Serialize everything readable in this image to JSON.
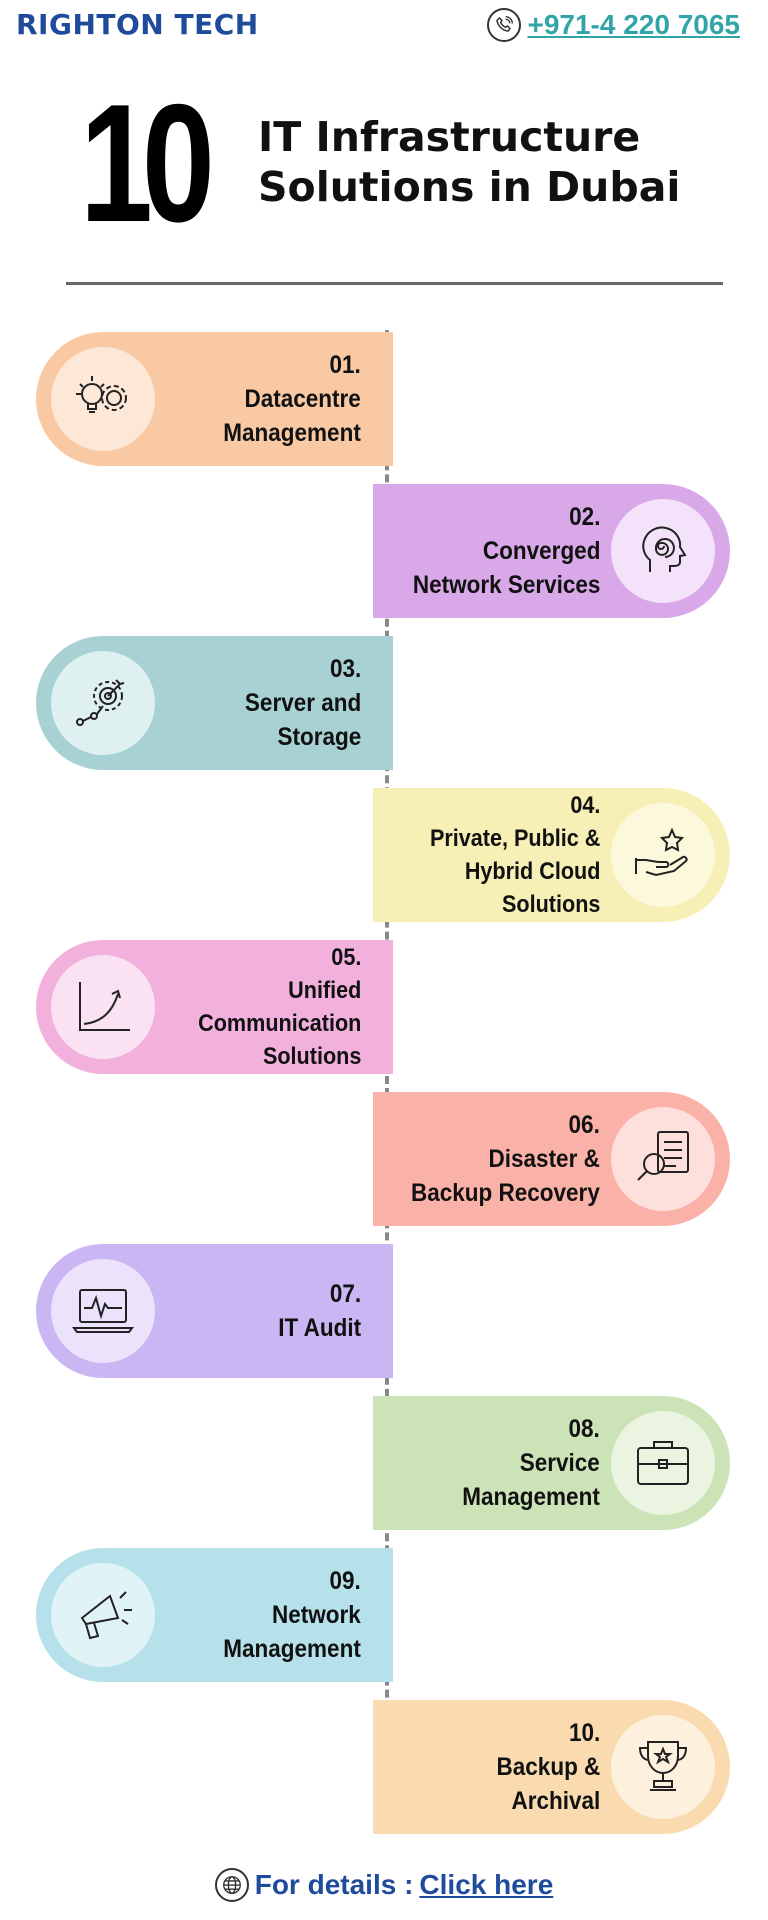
{
  "header": {
    "brand": "RIGHTON TECH",
    "phone": "+971-4 220 7065",
    "phone_icon": "phone-icon"
  },
  "hero": {
    "number": "10",
    "title_line1": "IT Infrastructure",
    "title_line2": "Solutions in Dubai"
  },
  "items": [
    {
      "num": "01.",
      "lines": [
        "Datacentre",
        "Management"
      ],
      "icon": "idea-gears-icon",
      "color": "#f9c9a3",
      "circle": "#fde8d8"
    },
    {
      "num": "02.",
      "lines": [
        "Converged",
        "Network Services"
      ],
      "icon": "head-spiral-icon",
      "color": "#d8a8e8",
      "circle": "#f3e2fa"
    },
    {
      "num": "03.",
      "lines": [
        "Server and",
        "Storage"
      ],
      "icon": "target-icon",
      "color": "#a8d1d4",
      "circle": "#dff0f1"
    },
    {
      "num": "04.",
      "lines": [
        "Private, Public &",
        "Hybrid Cloud",
        "Solutions"
      ],
      "icon": "hand-star-icon",
      "color": "#f6efb6",
      "circle": "#fcf8dc"
    },
    {
      "num": "05.",
      "lines": [
        "Unified",
        "Communication",
        "Solutions"
      ],
      "icon": "growth-chart-icon",
      "color": "#f2b1dd",
      "circle": "#fbe2f2"
    },
    {
      "num": "06.",
      "lines": [
        "Disaster &",
        "Backup Recovery"
      ],
      "icon": "document-search-icon",
      "color": "#fab2a8",
      "circle": "#fde0dc"
    },
    {
      "num": "07.",
      "lines": [
        "IT Audit"
      ],
      "icon": "laptop-pulse-icon",
      "color": "#c9b6f3",
      "circle": "#ebe3fb"
    },
    {
      "num": "08.",
      "lines": [
        "Service",
        "Management"
      ],
      "icon": "briefcase-icon",
      "color": "#cbe3b6",
      "circle": "#ebf4e0"
    },
    {
      "num": "09.",
      "lines": [
        "Network",
        "Management"
      ],
      "icon": "megaphone-icon",
      "color": "#b6e1ea",
      "circle": "#e0f4f8"
    },
    {
      "num": "10.",
      "lines": [
        "Backup &",
        "Archival"
      ],
      "icon": "trophy-icon",
      "color": "#fadbb0",
      "circle": "#fdf0dc"
    }
  ],
  "footer": {
    "label": "For details :",
    "link": "Click here",
    "icon": "globe-icon"
  }
}
